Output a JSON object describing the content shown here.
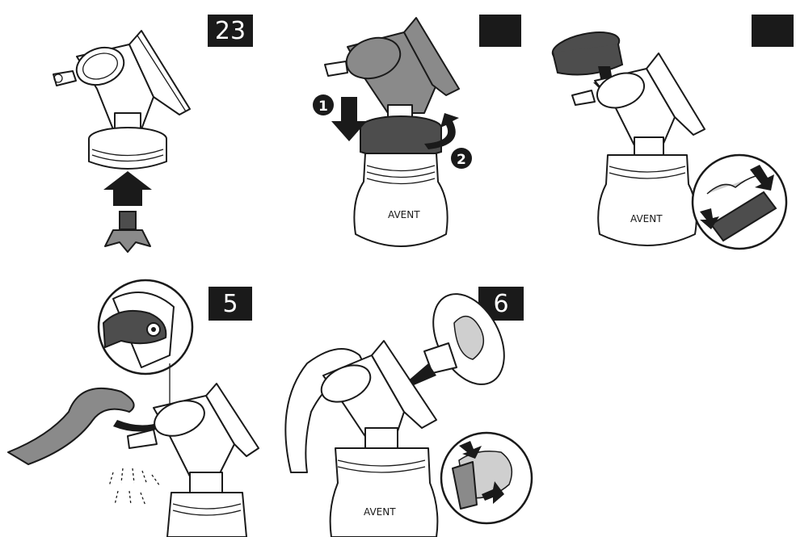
{
  "steps": [
    {
      "number": "23"
    },
    {
      "number": ""
    },
    {
      "number": ""
    },
    {
      "number": "5"
    },
    {
      "number": "6"
    }
  ],
  "sub_steps": [
    "1",
    "2"
  ],
  "brand_marks": [
    "AVENT",
    "AVENT",
    "AVENT"
  ],
  "colors": {
    "badge": "#1a1a1a",
    "line": "#1a1a1a",
    "gray": "#8a8a8a",
    "dark_gray": "#4d4d4d"
  }
}
